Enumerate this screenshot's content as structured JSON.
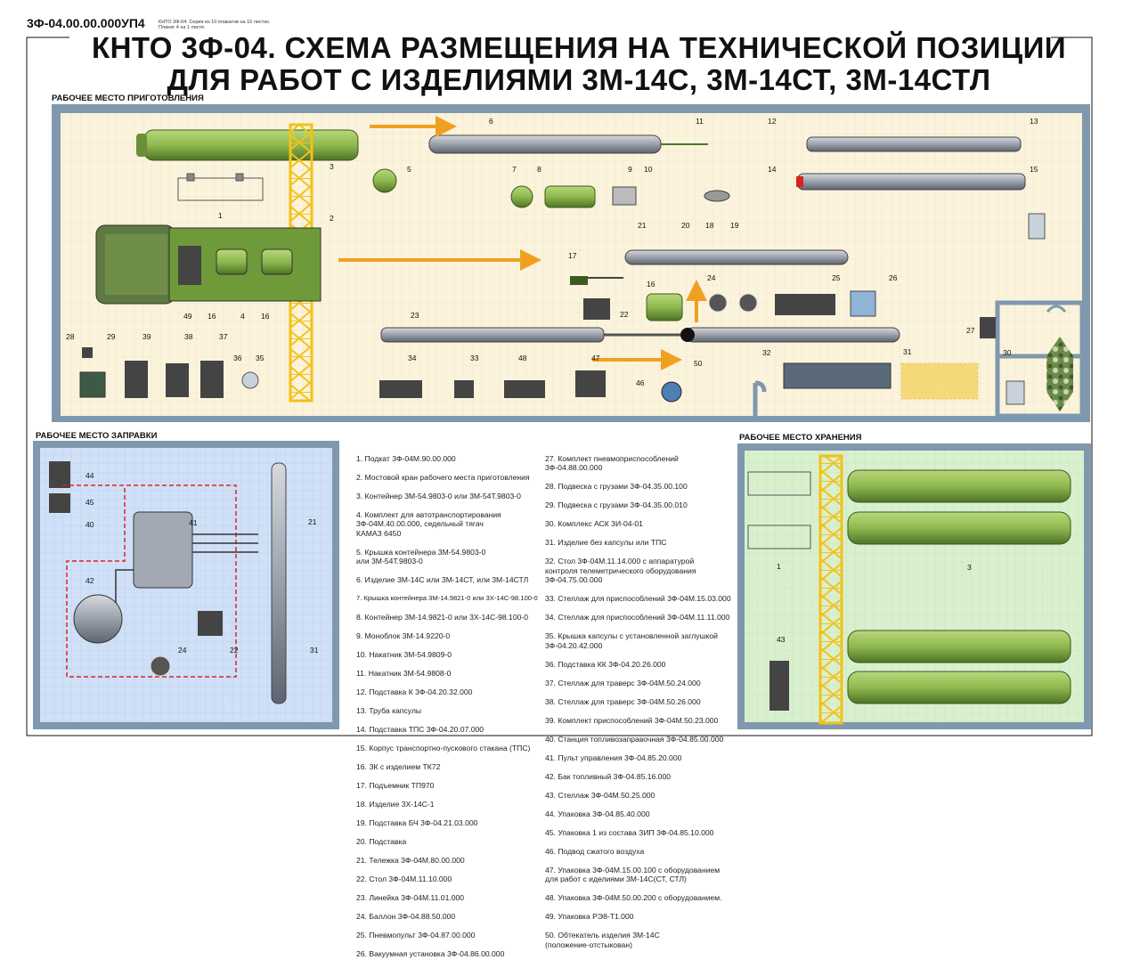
{
  "header": {
    "code": "3Ф-04.00.00.000УП4",
    "info_line1": "КНТО 3Ф-04. Серия из 10 плакатов на 10 листах.",
    "info_line2": "Плакат 4 на 1 листе.",
    "title_line1": "КНТО 3Ф-04. СХЕМА РАЗМЕЩЕНИЯ НА ТЕХНИЧЕСКОЙ ПОЗИЦИИ",
    "title_line2": "ДЛЯ РАБОТ С ИЗДЕЛИЯМИ 3М-14С, 3М-14СТ, 3М-14СТЛ"
  },
  "sections": {
    "preparation": "РАБОЧЕЕ МЕСТО ПРИГОТОВЛЕНИЯ",
    "refueling": "РАБОЧЕЕ МЕСТО ЗАПРАВКИ",
    "storage": "РАБОЧЕЕ МЕСТО ХРАНЕНИЯ"
  },
  "colors": {
    "prep_floor": "#fbf3dc",
    "refuel_floor": "#cfe0f7",
    "storage_floor": "#d9f0cf",
    "wall": "#7f98ad",
    "container_green": "#8fb84f",
    "crane_yellow": "#f2c21a",
    "arrow_orange": "#f0a020"
  },
  "callouts": {
    "prep": [
      "3",
      "5",
      "1",
      "2",
      "6",
      "11",
      "12",
      "13",
      "14",
      "15",
      "7",
      "8",
      "9",
      "10",
      "20",
      "18",
      "19",
      "21",
      "17",
      "16",
      "24",
      "25",
      "26",
      "22",
      "49",
      "16",
      "4",
      "16",
      "23",
      "50",
      "31",
      "27",
      "28",
      "29",
      "39",
      "38",
      "37",
      "36",
      "35",
      "34",
      "33",
      "48",
      "47",
      "32",
      "30",
      "46"
    ],
    "refuel": [
      "44",
      "45",
      "40",
      "41",
      "21",
      "42",
      "24",
      "22",
      "31"
    ],
    "storage": [
      "1",
      "3",
      "43"
    ]
  },
  "legend": {
    "col1": [
      "1. Подкат 3Ф-04М.90.00.000",
      "2. Мостовой кран рабочего места приготовления",
      "3. Контейнер 3М-54.9803-0 или 3М-54Т.9803-0",
      "4. Комплект для автотранспортирования\n    3Ф-04М.40.00.000, седельный тягач\n    КАМАЗ 6450",
      "5. Крышка контейнера 3М-54.9803-0\n    или 3М-54Т.9803-0",
      "6. Изделие 3М-14С или 3М-14СТ, или 3М-14СТЛ",
      "7. Крышка контейнера 3М-14.9821-0 или 3Х-14С-98.100-0",
      "8. Контейнер 3М-14.9821-0 или 3Х-14С-98.100-0",
      "9. Моноблок 3М-14.9220-0",
      "10. Накатник 3М-54.9809-0",
      "11. Накатник 3М-54.9808-0",
      "12. Подставка К 3Ф-04.20.32.000",
      "13. Труба капсулы",
      "14. Подставка ТПС 3Ф-04.20.07.000",
      "15. Корпус транспортно-пускового стакана (ТПС)",
      "16. ЗК с изделием ТК72",
      "17. Подъемник ТП970",
      "18. Изделие 3Х-14С-1",
      "19. Подставка БЧ 3Ф-04.21.03.000",
      "20. Подставка",
      "21. Тележка 3Ф-04М.80.00.000",
      "22. Стол 3Ф-04М.11.10.000",
      "23. Линейка 3Ф-04М.11.01.000",
      "24. Баллон 3Ф-04.88.50.000",
      "25. Пневмопульт 3Ф-04.87.00.000",
      "26. Вакуумная установка 3Ф-04.86.00.000"
    ],
    "col2": [
      "27. Комплект пневмоприспособлений 3Ф-04.88.00.000",
      "28. Подвеска с грузами 3Ф-04.35.00.100",
      "29. Подвеска с грузами 3Ф-04.35.00.010",
      "30. Комплекс АСК 3И-04-01",
      "31. Изделие без капсулы  или ТПС",
      "32. Стол 3Ф-04М.11.14.000 с аппаратурой\n    контроля телеметрического оборудования\n    3Ф-04.75.00.000",
      "33. Стеллаж для приспособлений 3Ф-04М.15.03.000",
      "34. Стеллаж для приспособлений  3Ф-04М.11.11.000",
      "35. Крышка капсулы с установленной заглушкой\n    3Ф-04.20.42.000",
      "36. Подставка КК 3Ф-04.20.26.000",
      "37. Стеллаж для траверс 3Ф-04М.50.24.000",
      "38. Стеллаж для траверс 3Ф-04М.50.26.000",
      "39. Комплект приспособлений 3Ф-04М.50.23.000",
      "40. Станция топливозаправочная 3Ф-04.85.00.000",
      "41. Пульт управления 3Ф-04.85.20.000",
      "42. Бак топливный 3Ф-04.85.16.000",
      "43. Стеллаж 3Ф-04М.50.25.000",
      "44. Упаковка 3Ф-04.85.40.000",
      "45. Упаковка 1 из состава ЗИП 3Ф-04.85.10.000",
      "46. Подвод сжатого воздуха",
      "47. Упаковка 3Ф-04М.15.00.100 с оборудованием\n    для работ с иделиями 3М-14С(СТ, СТЛ)",
      "48. Упаковка 3Ф-04М.50.00.200 с оборудованием.",
      "49. Упаковка РЭ8-Т1.000",
      "50. Обтекатель изделия 3М-14С\n    (положение-отстыкован)"
    ]
  }
}
